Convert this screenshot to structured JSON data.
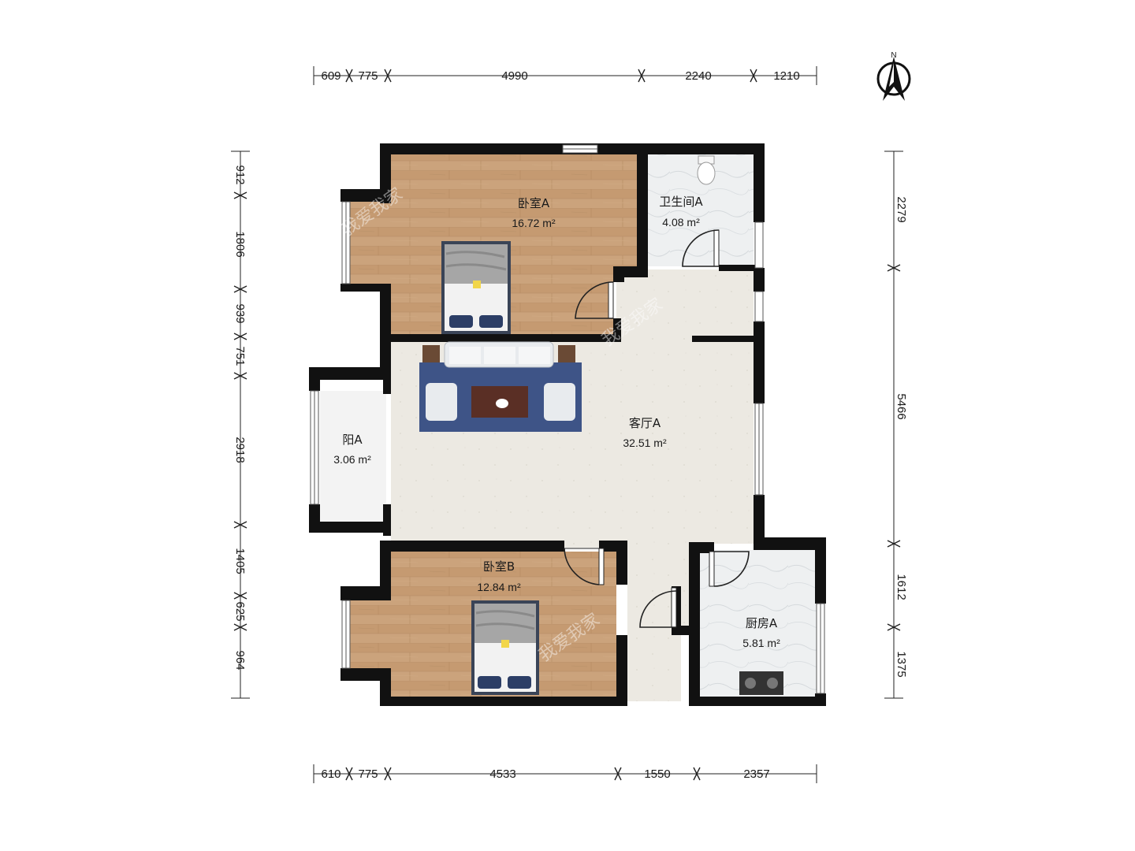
{
  "compass": {
    "label": "N"
  },
  "dimensions": {
    "top": [
      "609",
      "775",
      "4990",
      "2240",
      "1210"
    ],
    "bottom": [
      "610",
      "775",
      "4533",
      "1550",
      "2357"
    ],
    "left": [
      "912",
      "1806",
      "939",
      "751",
      "2918",
      "1405",
      "625",
      "964"
    ],
    "right": [
      "2279",
      "5466",
      "1612",
      "1375"
    ]
  },
  "rooms": {
    "bedroom_a": {
      "name": "卧室A",
      "area": "16.72 m²"
    },
    "bathroom_a": {
      "name": "卫生间A",
      "area": "4.08 m²"
    },
    "living_a": {
      "name": "客厅A",
      "area": "32.51 m²"
    },
    "balcony_a": {
      "name": "阳A",
      "area": "3.06 m²"
    },
    "bedroom_b": {
      "name": "卧室B",
      "area": "12.84 m²"
    },
    "kitchen_a": {
      "name": "厨房A",
      "area": "5.81 m²"
    }
  },
  "watermark": {
    "text": "我爱我家"
  },
  "colors": {
    "wood": "#c49a72",
    "floor_tile": "#ece9e2",
    "bath_tile": "#e9ecee",
    "rug": "#3e5487",
    "wall": "#111111"
  }
}
